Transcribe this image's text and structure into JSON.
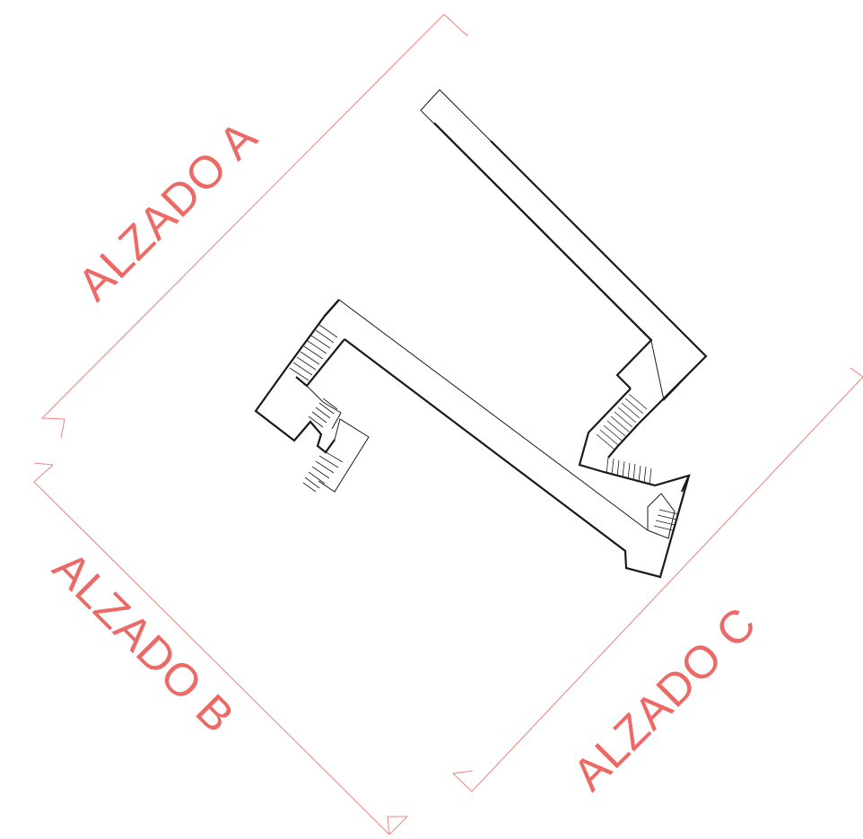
{
  "elevations": [
    {
      "id": "a",
      "label": "ALZADO A"
    },
    {
      "id": "b",
      "label": "ALZADO B"
    },
    {
      "id": "c",
      "label": "ALZADO C"
    }
  ],
  "colors": {
    "elevation_marker": "#ec6a66",
    "plan_line": "#1a1a1a",
    "background": "#ffffff"
  }
}
